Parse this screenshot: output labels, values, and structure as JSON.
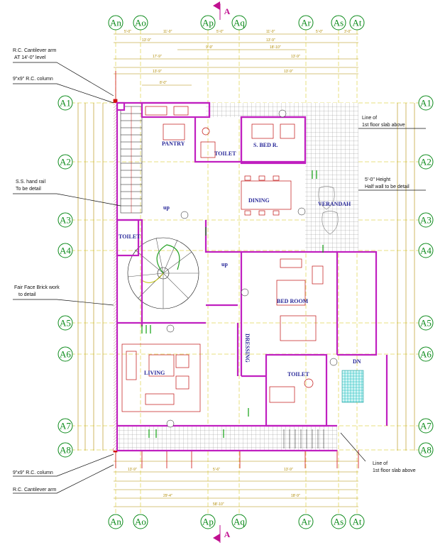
{
  "grid": {
    "columns": [
      "An",
      "Ao",
      "Ap",
      "Aq",
      "Ar",
      "As",
      "At"
    ],
    "rows": [
      "A1",
      "A2",
      "A3",
      "A4",
      "A5",
      "A6",
      "A7",
      "A8"
    ]
  },
  "section_marker": "A",
  "rooms": {
    "pantry": "PANTRY",
    "toilet_upper": "TOILET",
    "s_bed": "S. BED R.",
    "dining": "DINING",
    "verandah": "VERANDAH",
    "toilet_left": "TOILET",
    "bed_room": "BED ROOM",
    "dressing": "DRESSING",
    "living": "LIVING",
    "toilet_lower": "TOILET",
    "dn": "DN",
    "up_stair": "up",
    "up_spiral": "up"
  },
  "notes": {
    "rc_cantilever_top": [
      "R.C. Cantilever arm",
      "AT 14'-0\" level"
    ],
    "column_top": "9\"x9\" R.C. column",
    "ss_hand_rail": [
      "S.S. hand rail",
      "To be detail"
    ],
    "fair_face_brick": [
      "Fair Face Brick work",
      "to detail"
    ],
    "column_bottom": "9\"x9\" R.C. column",
    "rc_cantilever_bottom": "R.C. Cantilever arm",
    "first_floor_slab_top": [
      "Line of",
      "1st floor slab above"
    ],
    "height_wall": [
      "5'-0\" Height",
      "Half wall to be detail"
    ],
    "first_floor_slab_bottom": [
      "Line of",
      "1st floor slab above"
    ]
  },
  "colors": {
    "wall": "#c020c0",
    "grid_bubble": "#0b8a1a",
    "dimension": "#b08a00",
    "red_line": "#d01010",
    "room_text": "#2a2a9a",
    "furniture": "#c01010",
    "hatch": "#8a8a8a",
    "plants": "#10a010",
    "water": "#20c0c0"
  }
}
